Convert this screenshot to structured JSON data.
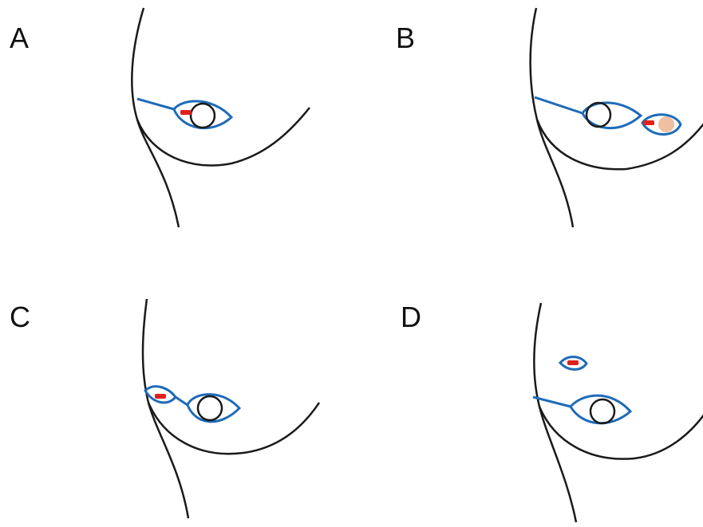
{
  "colors": {
    "outline": "#1a1a1a",
    "incision": "#1e6bb8",
    "marker": "#e0201b",
    "implant": "#f0bfa0"
  },
  "panels": [
    {
      "label": "A"
    },
    {
      "label": "B"
    },
    {
      "label": "C"
    },
    {
      "label": "D"
    }
  ]
}
